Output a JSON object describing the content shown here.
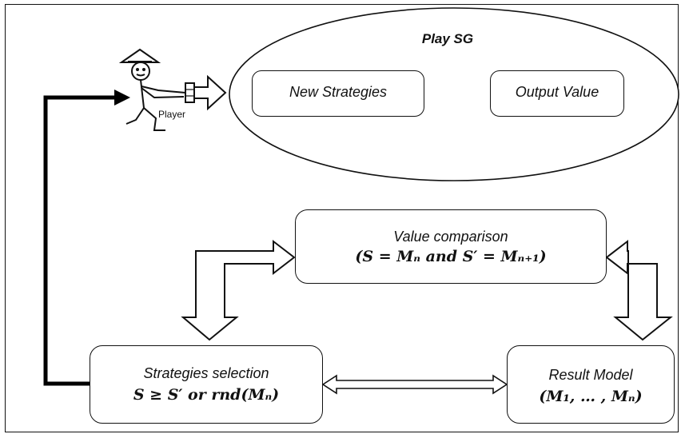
{
  "play_sg": {
    "title": "Play SG",
    "new_strategies": "New Strategies",
    "output_value": "Output Value"
  },
  "player": {
    "label": "Player"
  },
  "value_comparison": {
    "title": "Value comparison",
    "formula": "(S = Mₙ and S′ = Mₙ₊₁)"
  },
  "strategies_selection": {
    "title": "Strategies selection",
    "formula": "S ≥ S′  or rnd(Mₙ)"
  },
  "result_model": {
    "title": "Result Model",
    "formula": "(M₁, … , Mₙ)"
  }
}
